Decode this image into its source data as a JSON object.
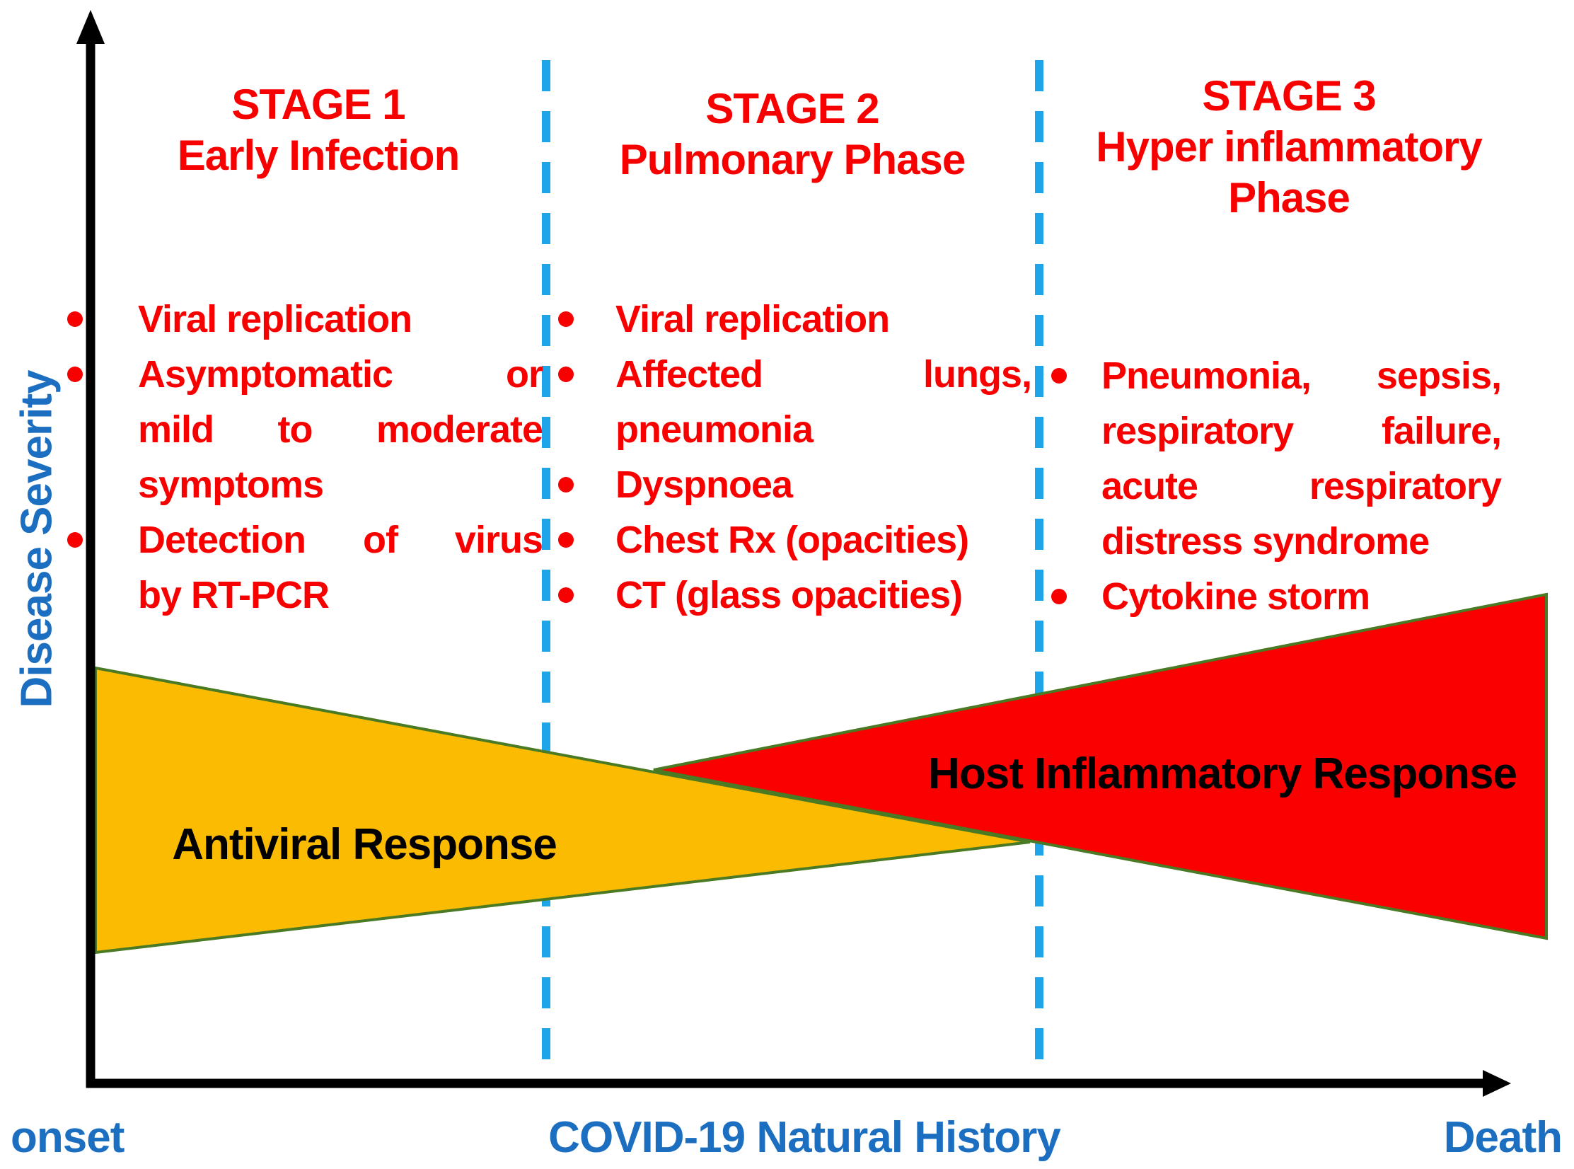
{
  "colors": {
    "red_text": "#f80000",
    "blue_text": "#1c6fc0",
    "dash_blue": "#1ea5e9",
    "yellow_fill": "#fbbb00",
    "red_fill": "#fa0000",
    "triangle_border": "#4a7a23",
    "axis_black": "#000000"
  },
  "y_axis": {
    "label": "Disease Severity"
  },
  "x_axis": {
    "left_label": "onset",
    "center_label": "COVID-19 Natural History",
    "right_label": "Death"
  },
  "stages": [
    {
      "title_lines": [
        "STAGE 1",
        "Early Infection"
      ],
      "bullets": [
        {
          "lines": [
            "Viral replication"
          ]
        },
        {
          "lines": [
            "Asymptomatic or",
            "mild to moderate",
            "symptoms"
          ]
        },
        {
          "lines": [
            "Detection of virus",
            "by RT-PCR"
          ]
        }
      ]
    },
    {
      "title_lines": [
        "STAGE 2",
        "Pulmonary Phase"
      ],
      "bullets": [
        {
          "lines": [
            "Viral replication"
          ]
        },
        {
          "lines": [
            "Affected lungs,",
            "pneumonia"
          ]
        },
        {
          "lines": [
            "Dyspnoea"
          ]
        },
        {
          "lines": [
            "Chest Rx (opacities)"
          ]
        },
        {
          "lines": [
            "CT (glass opacities)"
          ]
        }
      ]
    },
    {
      "title_lines": [
        "STAGE 3",
        "Hyper inflammatory",
        "Phase"
      ],
      "bullets": [
        {
          "lines": [
            "Pneumonia, sepsis,",
            "respiratory failure,",
            "acute respiratory",
            "distress syndrome"
          ]
        },
        {
          "lines": [
            "Cytokine storm"
          ]
        }
      ]
    }
  ],
  "bands": [
    {
      "label": "Antiviral Response"
    },
    {
      "label": "Host Inflammatory Response"
    }
  ]
}
